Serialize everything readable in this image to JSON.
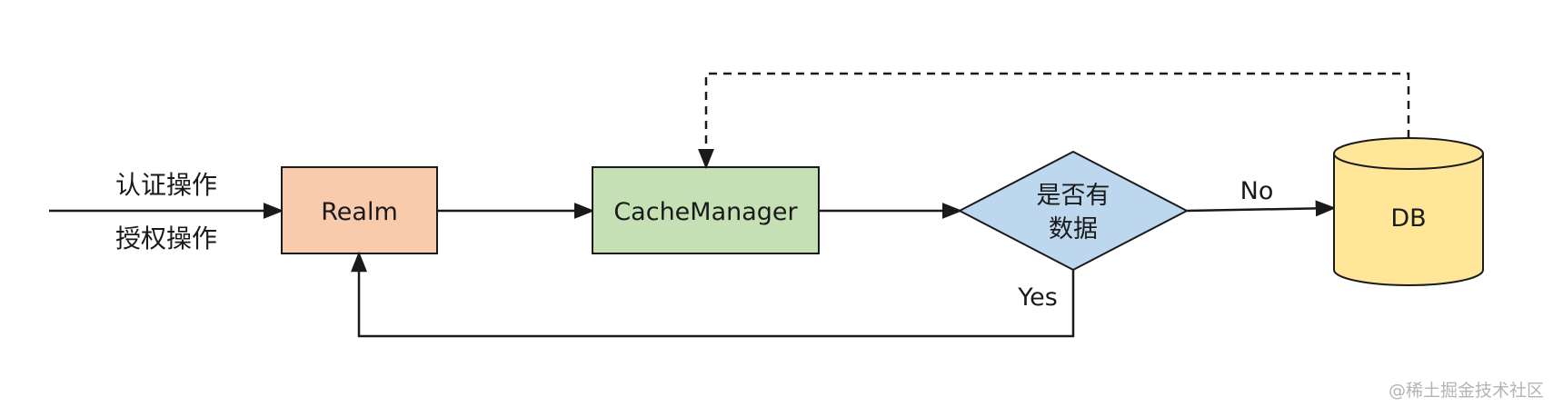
{
  "nodes": {
    "realm": {
      "label": "Realm",
      "fill": "#F8CBAD",
      "stroke": "#1a1a1a"
    },
    "cache_manager": {
      "label": "CacheManager",
      "fill": "#C5E0B4",
      "stroke": "#1a1a1a"
    },
    "decision": {
      "line1": "是否有",
      "line2": "数据",
      "fill": "#BDD7EE",
      "stroke": "#1a1a1a"
    },
    "db": {
      "label": "DB",
      "fill": "#FFE699",
      "stroke": "#1a1a1a"
    }
  },
  "inputs": {
    "authentication": "认证操作",
    "authorization": "授权操作"
  },
  "edges": {
    "no_label": "No",
    "yes_label": "Yes"
  },
  "watermark": "@稀土掘金技术社区",
  "colors": {
    "line": "#1a1a1a",
    "watermark": "#b4b4b4"
  }
}
